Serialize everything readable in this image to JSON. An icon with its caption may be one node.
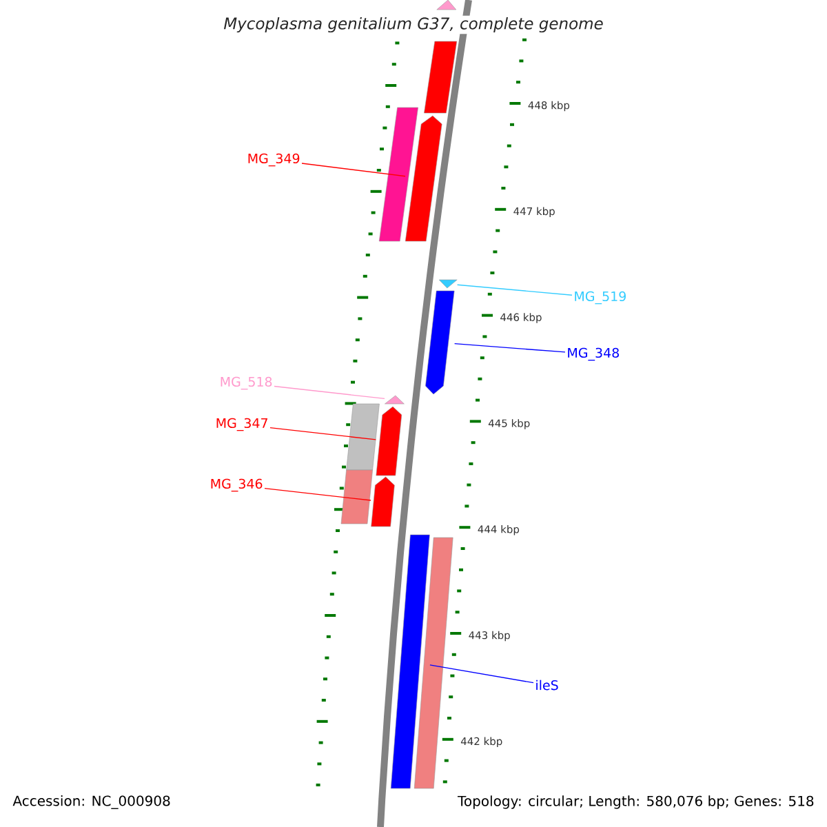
{
  "diagram": {
    "title": "*Mycoplasma genitalium* G37, complete genome",
    "nodes": [
      {
        "text": [],
        "shape": "triangle"
      },
      {
        "text": [],
        "shape": "bar"
      },
      {
        "text": [],
        "shape": "bar"
      },
      {
        "text": [],
        "shape": "arrow"
      },
      {
        "text": [
          "MG_349"
        ]
      },
      {
        "text": [],
        "shape": "triangle"
      },
      {
        "text": [
          "MG_519"
        ]
      },
      {
        "text": [],
        "shape": "arrow"
      },
      {
        "text": [
          "MG_348"
        ]
      },
      {
        "text": [
          "MG_518"
        ]
      },
      {
        "text": [],
        "shape": "triangle"
      },
      {
        "text": [],
        "shape": "bar"
      },
      {
        "text": [],
        "shape": "arrow"
      },
      {
        "text": [
          "MG_347"
        ]
      },
      {
        "text": [],
        "shape": "bar"
      },
      {
        "text": [],
        "shape": "arrow"
      },
      {
        "text": [
          "MG_346"
        ]
      },
      {
        "text": [],
        "shape": "bar"
      },
      {
        "text": [],
        "shape": "bar"
      },
      {
        "text": [
          "ileS"
        ]
      }
    ],
    "edges": [
      {
        "from": 4,
        "to": 3,
        "arrow": "none"
      },
      {
        "from": 6,
        "to": 5,
        "arrow": "none",
        "color": "#33ccff"
      },
      {
        "from": 8,
        "to": 7,
        "arrow": "none",
        "color": "#0000ff"
      },
      {
        "from": 9,
        "to": 10,
        "arrow": "none",
        "color": "#ff99cc"
      },
      {
        "from": 13,
        "to": 12,
        "arrow": "none"
      },
      {
        "from": 16,
        "to": 15,
        "arrow": "none"
      },
      {
        "from": 19,
        "to": 17,
        "arrow": "none",
        "color": "#0000ff"
      }
    ],
    "labels": [
      "448 kbp",
      "447 kbp",
      "446 kbp",
      "445 kbp",
      "444 kbp",
      "443 kbp",
      "442 kbp",
      "Accession: NC_000908",
      "Topology: circular; Length: 580,076 bp; Genes: 518"
    ]
  }
}
